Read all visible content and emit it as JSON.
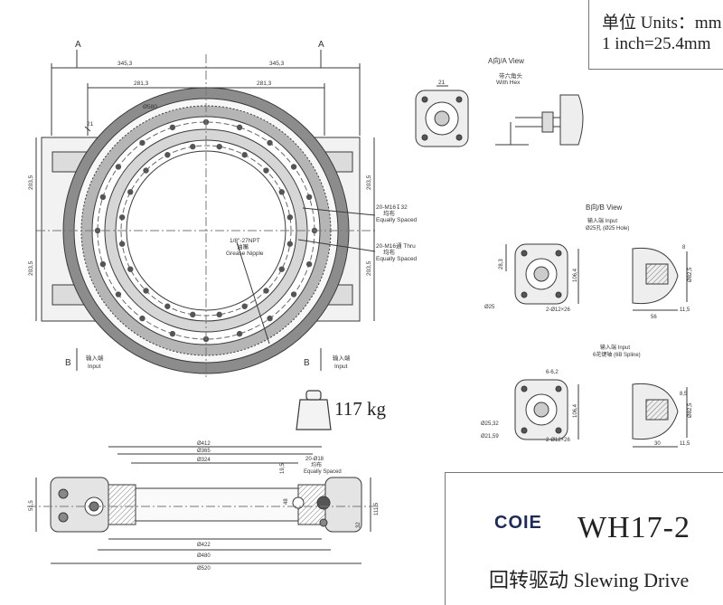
{
  "units": {
    "line1": "单位 Units：mm",
    "line2": "1 inch=25.4mm"
  },
  "title_block": {
    "logo": "COIE",
    "model": "WH17-2",
    "subtitle": "回转驱动  Slewing Drive"
  },
  "weight": "117 kg",
  "main_view": {
    "section_a": "A",
    "section_b": "B",
    "dim_345_left": "345,3",
    "dim_345_right": "345,3",
    "dim_281_left": "281,3",
    "dim_281_right": "281,3",
    "dim_d580": "Ø580",
    "dim_21": "21",
    "dim_203_upper": "203,5",
    "dim_203_lower": "203,5",
    "dim_203_right_upper": "203,5",
    "dim_203_right_lower": "203,5",
    "holes1_line1": "20-M16↧32",
    "holes1_line2": "均布",
    "holes1_line3": "Equally Spaced",
    "holes2_line1": "20-M16通 Thru",
    "holes2_line2": "均布",
    "holes2_line3": "Equally Spaced",
    "grease_line1": "1/8\"-27NPT",
    "grease_line2": "油嘴",
    "grease_line3": "Grease Nipple",
    "input_cn": "输入端",
    "input_en": "Input"
  },
  "view_a": {
    "title": "A向/A View",
    "hex_cn": "带六角头",
    "hex_en": "With Hex",
    "dim_21": "21"
  },
  "view_b": {
    "title": "B向/B View",
    "input_line1": "输入端  Input",
    "input_line2": "Ø25孔 (Ø25 Hole)",
    "dim_28": "28,3",
    "dim_106": "106,4",
    "dim_d25": "Ø25",
    "dim_holes": "2-Ø12×26",
    "dim_8": "8",
    "dim_82": "Ø82,5",
    "dim_56": "56",
    "dim_11": "11,5"
  },
  "view_c": {
    "input_line1": "输入端  Input",
    "input_line2": "6花键轴 (6B Spline)",
    "dim_spline": "6-6,2",
    "dim_106": "106,4",
    "dim_d25": "Ø25,32",
    "dim_d21": "Ø21,59",
    "dim_holes": "2-Ø12×26",
    "dim_8": "8,5",
    "dim_82": "Ø82,5",
    "dim_30": "30",
    "dim_11": "11,5"
  },
  "section_view": {
    "d412": "Ø412",
    "d365": "Ø365",
    "d324": "Ø324",
    "holes_line1": "20-Ø18",
    "holes_line2": "均布",
    "holes_line3": "Equally Spaced",
    "d422": "Ø422",
    "d480": "Ø480",
    "d520": "Ø520",
    "dim_51": "51,5",
    "dim_111": "111,5",
    "dim_19": "19,5",
    "dim_48": "48",
    "dim_32": "32"
  },
  "colors": {
    "line": "#3a3a3a",
    "fill_ring": "#9a9a9a",
    "fill_light": "#d8d8d8",
    "logo_navy": "#1f2b57",
    "logo_orange": "#f08a1c"
  }
}
